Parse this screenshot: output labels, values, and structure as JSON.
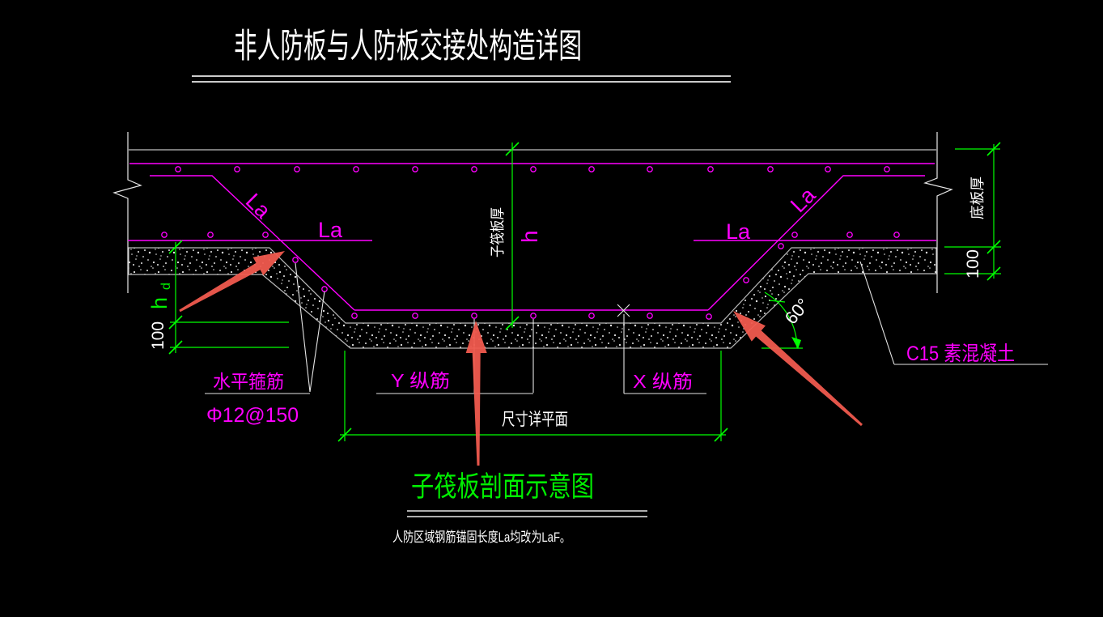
{
  "drawing": {
    "title": "非人防板与人防板交接处构造详图",
    "section_title": "子筏板剖面示意图",
    "footnote": "人防区域钢筋锚固长度La均改为LaF。",
    "labels": {
      "anchorage": "La",
      "sub_raft_thickness": "子筏板厚",
      "sub_raft_h": "h",
      "bottom_slab_thickness": "底板厚",
      "cushion_100_right": "100",
      "cushion_100_left": "100",
      "hd_main": "h",
      "hd_sub": "d",
      "angle": "60°",
      "c15_concrete": "C15 素混凝土",
      "horizontal_stirrup": "水平箍筋",
      "stirrup_spec": "Φ12@150",
      "y_bar": "Y 纵筋",
      "x_bar": "X 纵筋",
      "dims_see_plan": "尺寸详平面"
    },
    "colors": {
      "background": "#000000",
      "rebar": "#ff00ff",
      "dimension": "#00ff00",
      "structure": "#c0c0c0",
      "text": "#ffffff",
      "arrow": "#f05a4e"
    }
  }
}
